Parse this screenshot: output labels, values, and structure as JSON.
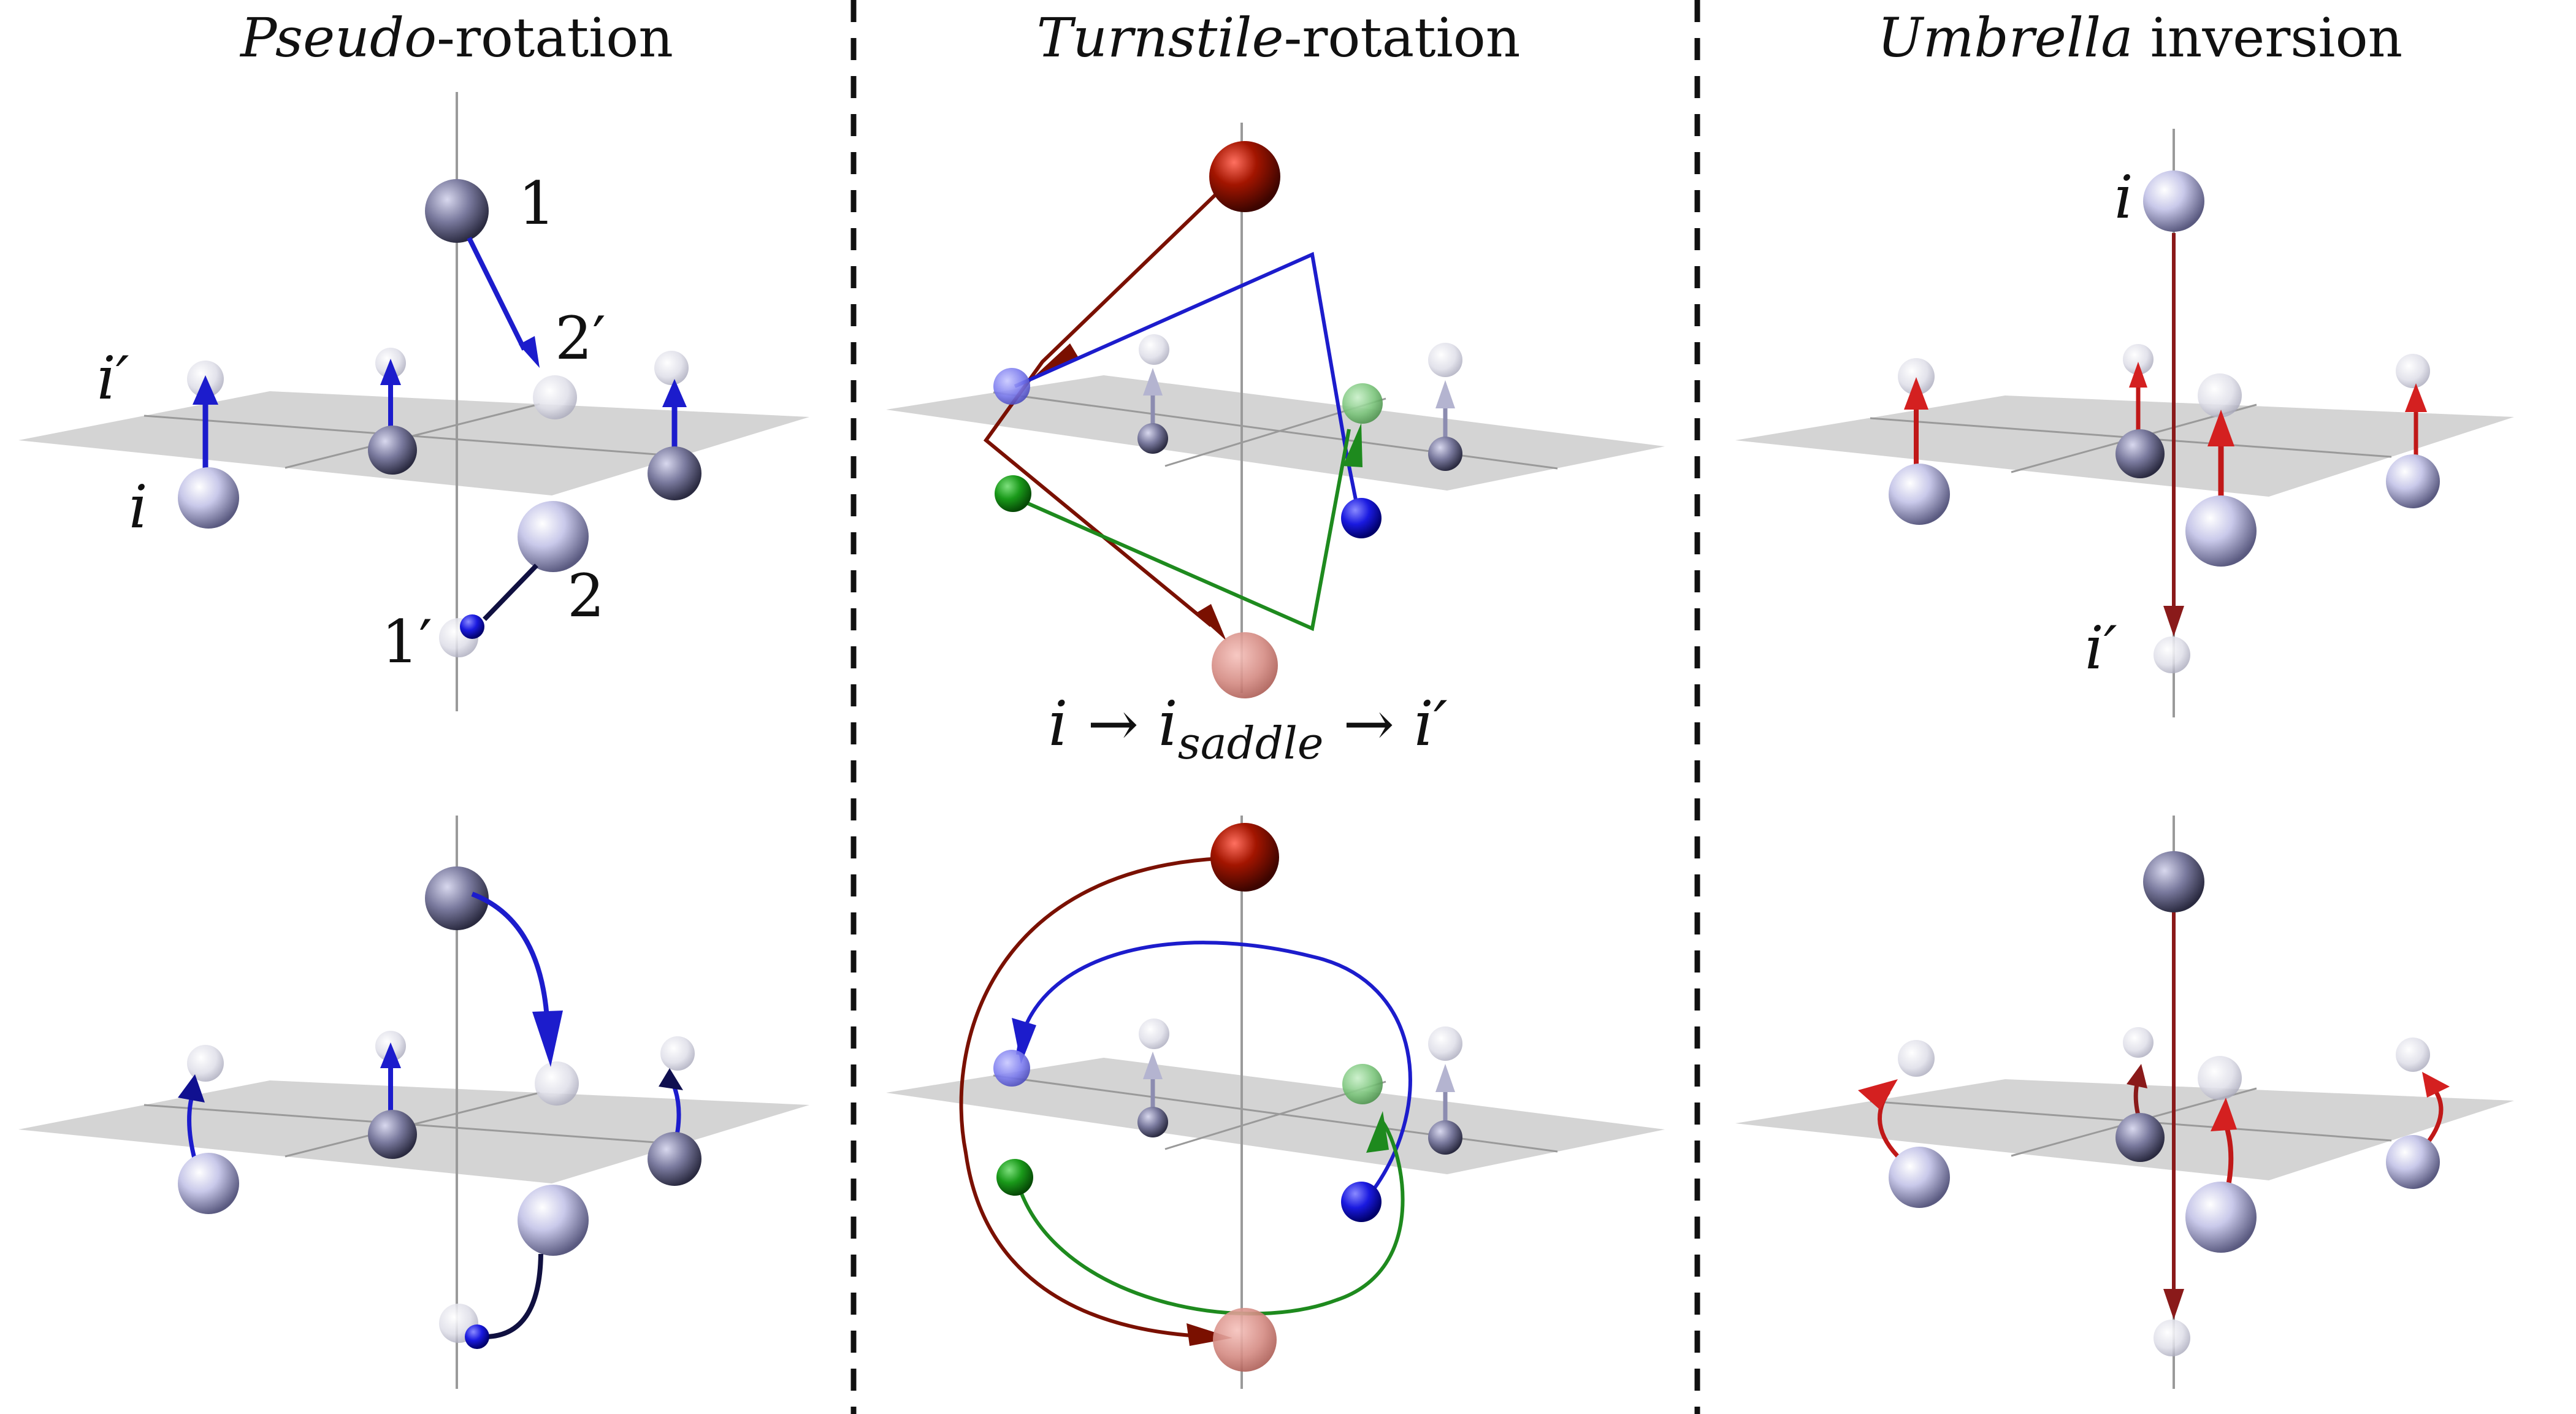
{
  "columns": [
    {
      "title_italic": "Pseudo",
      "title_rest": "-rotation"
    },
    {
      "title_italic": "Turnstile",
      "title_rest": "-rotation"
    },
    {
      "title_italic": "Umbrella",
      "title_rest": " inversion"
    }
  ],
  "labels": {
    "pseudo": {
      "one": "1",
      "two_prime": "2′",
      "i_prime": "i′",
      "i": "i",
      "one_prime": "1′",
      "two": "2"
    },
    "turnstile": {
      "path_i": "i",
      "arrow1": " → ",
      "path_saddle": "i",
      "saddle_sub": "saddle",
      "arrow2": " → ",
      "path_i_prime": "i′"
    },
    "umbrella": {
      "i": "i",
      "i_prime": "i′"
    }
  },
  "colors": {
    "blue_arrow": "#1c1ccc",
    "red_arrow": "#d42020",
    "dark_red": "#7a1000",
    "green": "#1e8a1e",
    "plane": "#cfcfcf",
    "divider": "#111111"
  }
}
